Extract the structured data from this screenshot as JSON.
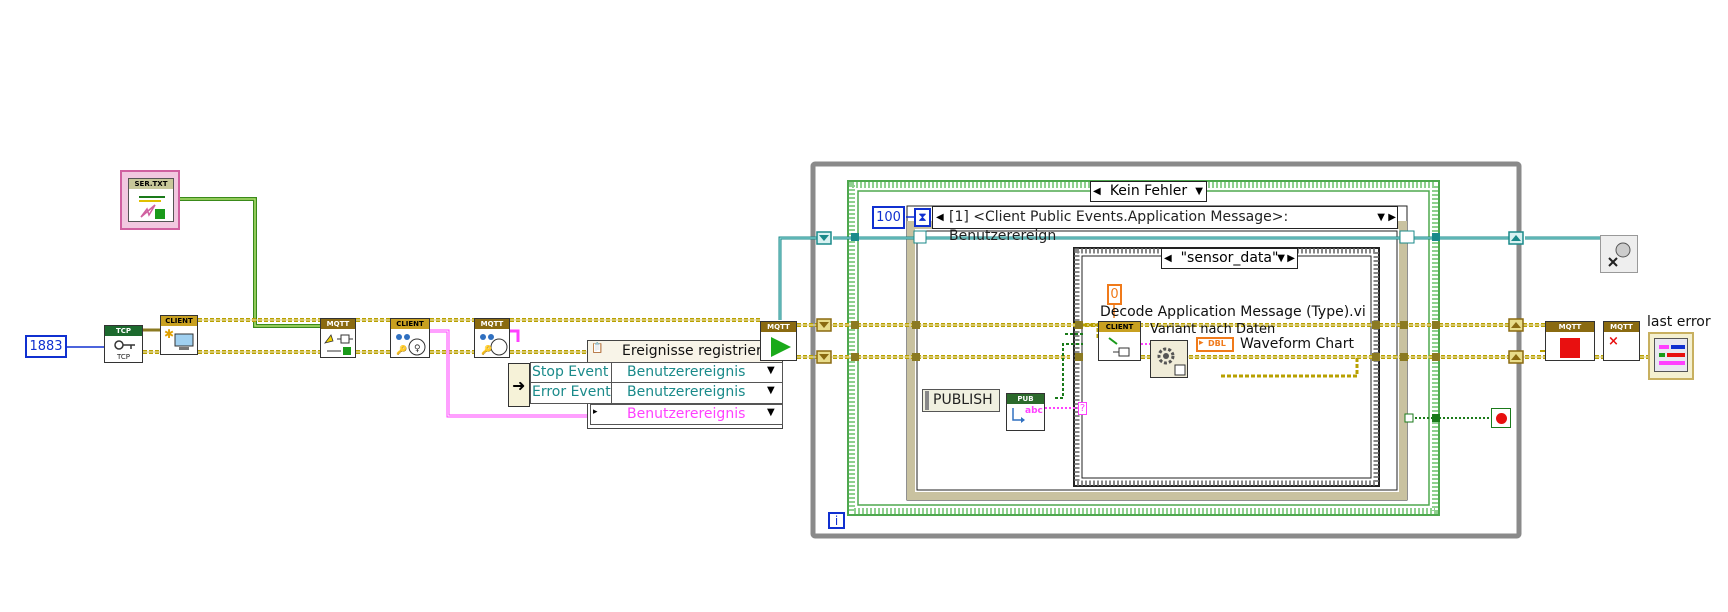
{
  "constants": {
    "port": "1883",
    "timeout": "100",
    "zero": "0"
  },
  "vi_headers": {
    "tcp": "TCP",
    "tcp_sub": "TCP",
    "client1": "CLIENT",
    "mqtt1": "MQTT",
    "client2": "CLIENT",
    "mqtt2": "MQTT",
    "mqtt_start": "MQTT",
    "client_decode": "CLIENT",
    "pub": "PUB",
    "pub_sub": "abc",
    "mqtt_stop": "MQTT",
    "mqtt_close": "MQTT",
    "ser_txt": "SER.TXT",
    "dbl": "DBL"
  },
  "event_registration": {
    "title": "Ereignisse registriere",
    "rows": [
      {
        "name": "Stop Event",
        "type": "Benutzerereignis"
      },
      {
        "name": "Error Event",
        "type": "Benutzerereignis"
      },
      {
        "name": "",
        "type": "Benutzerereignis"
      }
    ]
  },
  "case_error": "Kein Fehler",
  "event_case": "[1] <Client Public Events.Application Message>: Benutzerereign",
  "inner_case": "\"sensor_data\"",
  "publish_label": "PUBLISH",
  "labels": {
    "decode": "Decode Application Message (Type).vi",
    "variant": "Variant nach Daten",
    "waveform": "Waveform Chart",
    "last_error": "last error",
    "iteration": "i",
    "question": "?"
  },
  "colors": {
    "error_wire": "#b8a000",
    "class_wire": "#8b7a22",
    "event_wire": "#1a8a8a",
    "string_wire": "#ff40ff",
    "numeric_blue": "#1030d0",
    "bool_wire": "#1a7a1a",
    "dbl_orange": "#f07a1a"
  }
}
